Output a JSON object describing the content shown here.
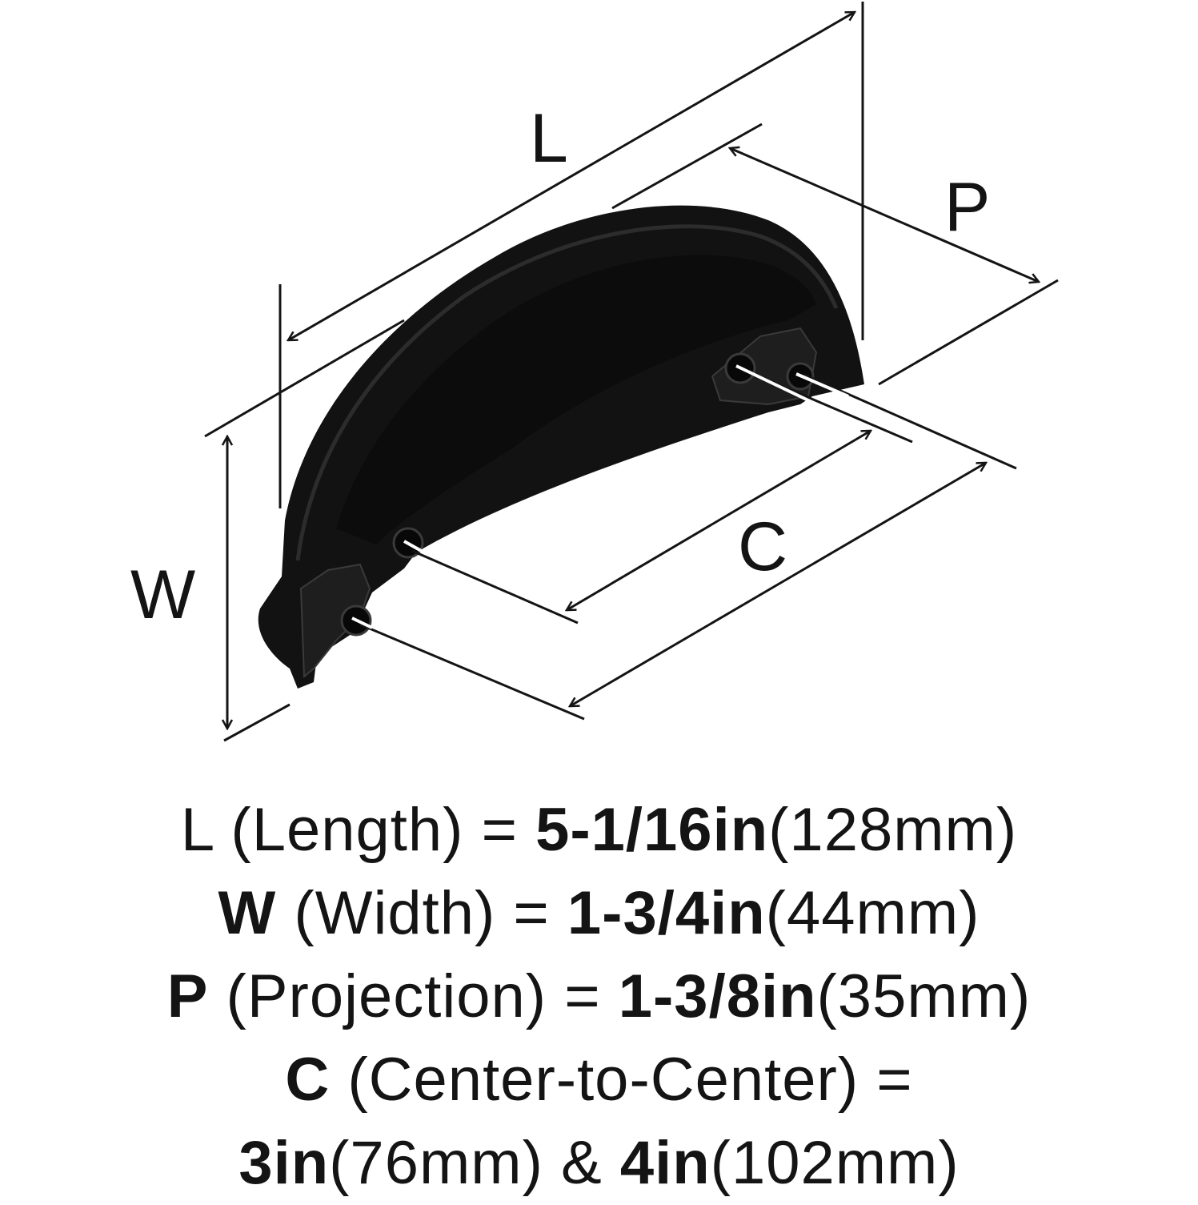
{
  "colors": {
    "ink": "#141414",
    "product_finish": "#121212",
    "background": "#ffffff"
  },
  "dimension_labels": {
    "length": "L",
    "width": "W",
    "projection": "P",
    "center": "C"
  },
  "specs": [
    {
      "key": "L",
      "name": " (Length) = ",
      "imperial": "5-1/16in",
      "metric": "(128mm)"
    },
    {
      "key": "W",
      "name": " (Width) = ",
      "imperial": "1-3/4in",
      "metric": "(44mm)"
    },
    {
      "key": "P",
      "name": " (Projection) = ",
      "imperial": "1-3/8in",
      "metric": "(35mm)"
    },
    {
      "key": "C",
      "name": " (Center-to-Center) ="
    }
  ],
  "center_values": {
    "first_imperial": "3in",
    "first_metric": "(76mm)",
    "joiner": " & ",
    "second_imperial": "4in",
    "second_metric": "(102mm)"
  }
}
